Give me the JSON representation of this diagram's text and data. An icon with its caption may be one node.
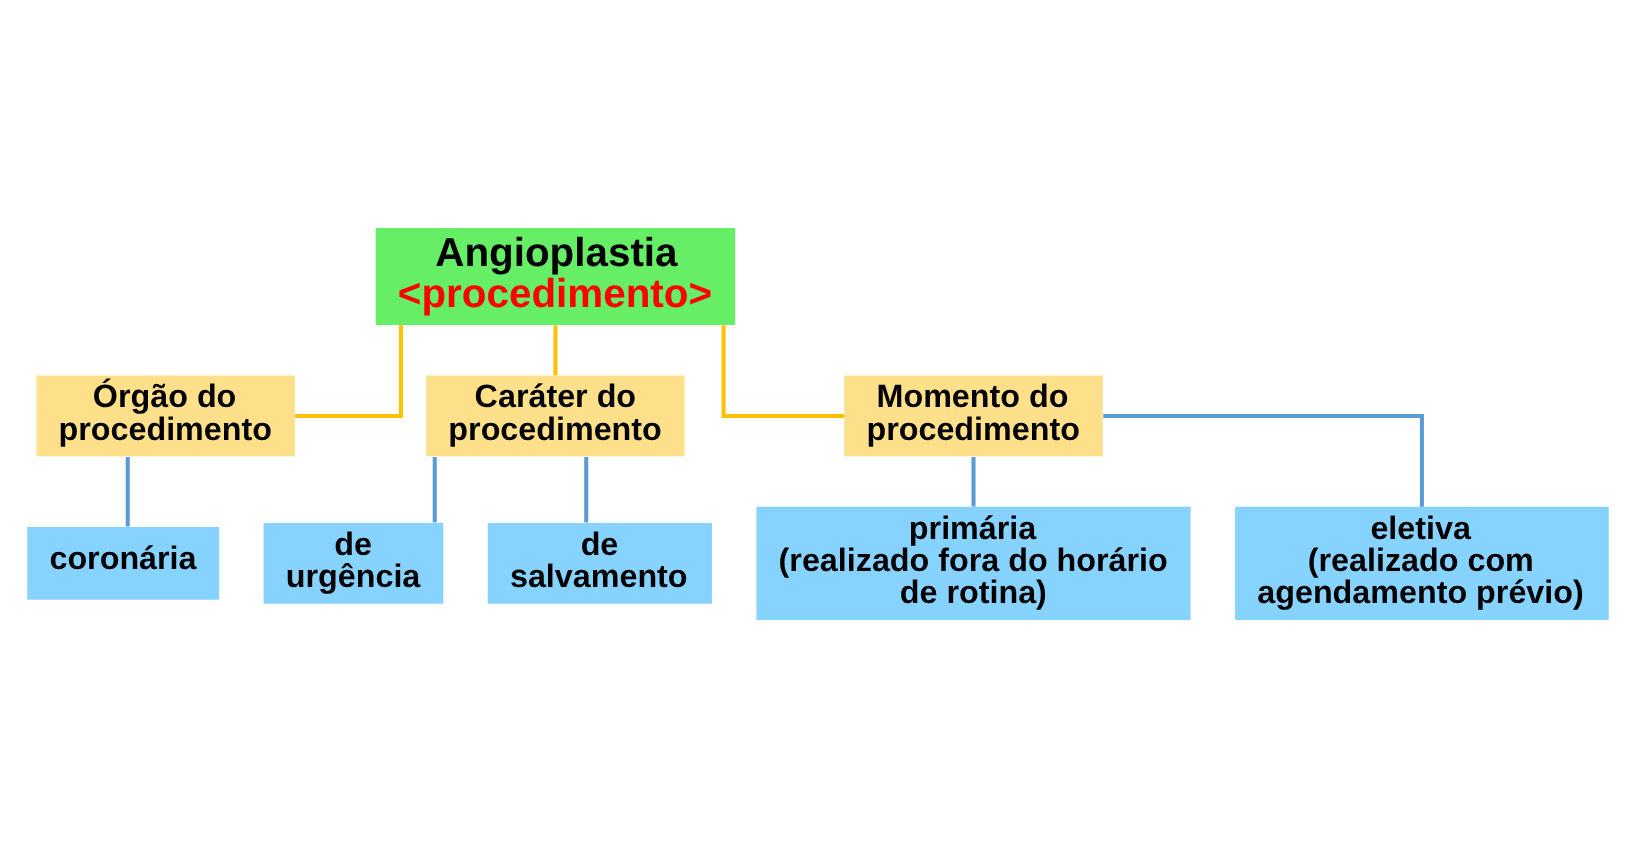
{
  "diagram": {
    "nodes": [
      {
        "text": [
          "Angioplastia",
          "<procedimento>"
        ]
      },
      {
        "text": [
          "Órgão do procedimento"
        ]
      },
      {
        "text": [
          "coronária"
        ]
      },
      {
        "text": [
          "Caráter do procedimento"
        ]
      },
      {
        "text": [
          "de urgência"
        ]
      },
      {
        "text": [
          "de salvamento"
        ]
      },
      {
        "text": [
          "Momento do procedimento"
        ]
      },
      {
        "text": [
          "primária",
          "(realizado fora do horário de rotina)"
        ]
      },
      {
        "text": [
          "eletiva",
          "(realizado com agendamento prévio)"
        ]
      }
    ],
    "edges": [
      {
        "from": 0,
        "to": 1,
        "arrow": "none",
        "color": "#ffc000"
      },
      {
        "from": 0,
        "to": 3,
        "arrow": "none",
        "color": "#ffc000"
      },
      {
        "from": 0,
        "to": 6,
        "arrow": "none",
        "color": "#ffc000"
      },
      {
        "from": 1,
        "to": 2,
        "arrow": "none"
      },
      {
        "from": 3,
        "to": 4,
        "arrow": "none"
      },
      {
        "from": 3,
        "to": 5,
        "arrow": "none"
      },
      {
        "from": 6,
        "to": 7,
        "arrow": "none"
      },
      {
        "from": 6,
        "to": 8,
        "arrow": "none"
      }
    ]
  }
}
